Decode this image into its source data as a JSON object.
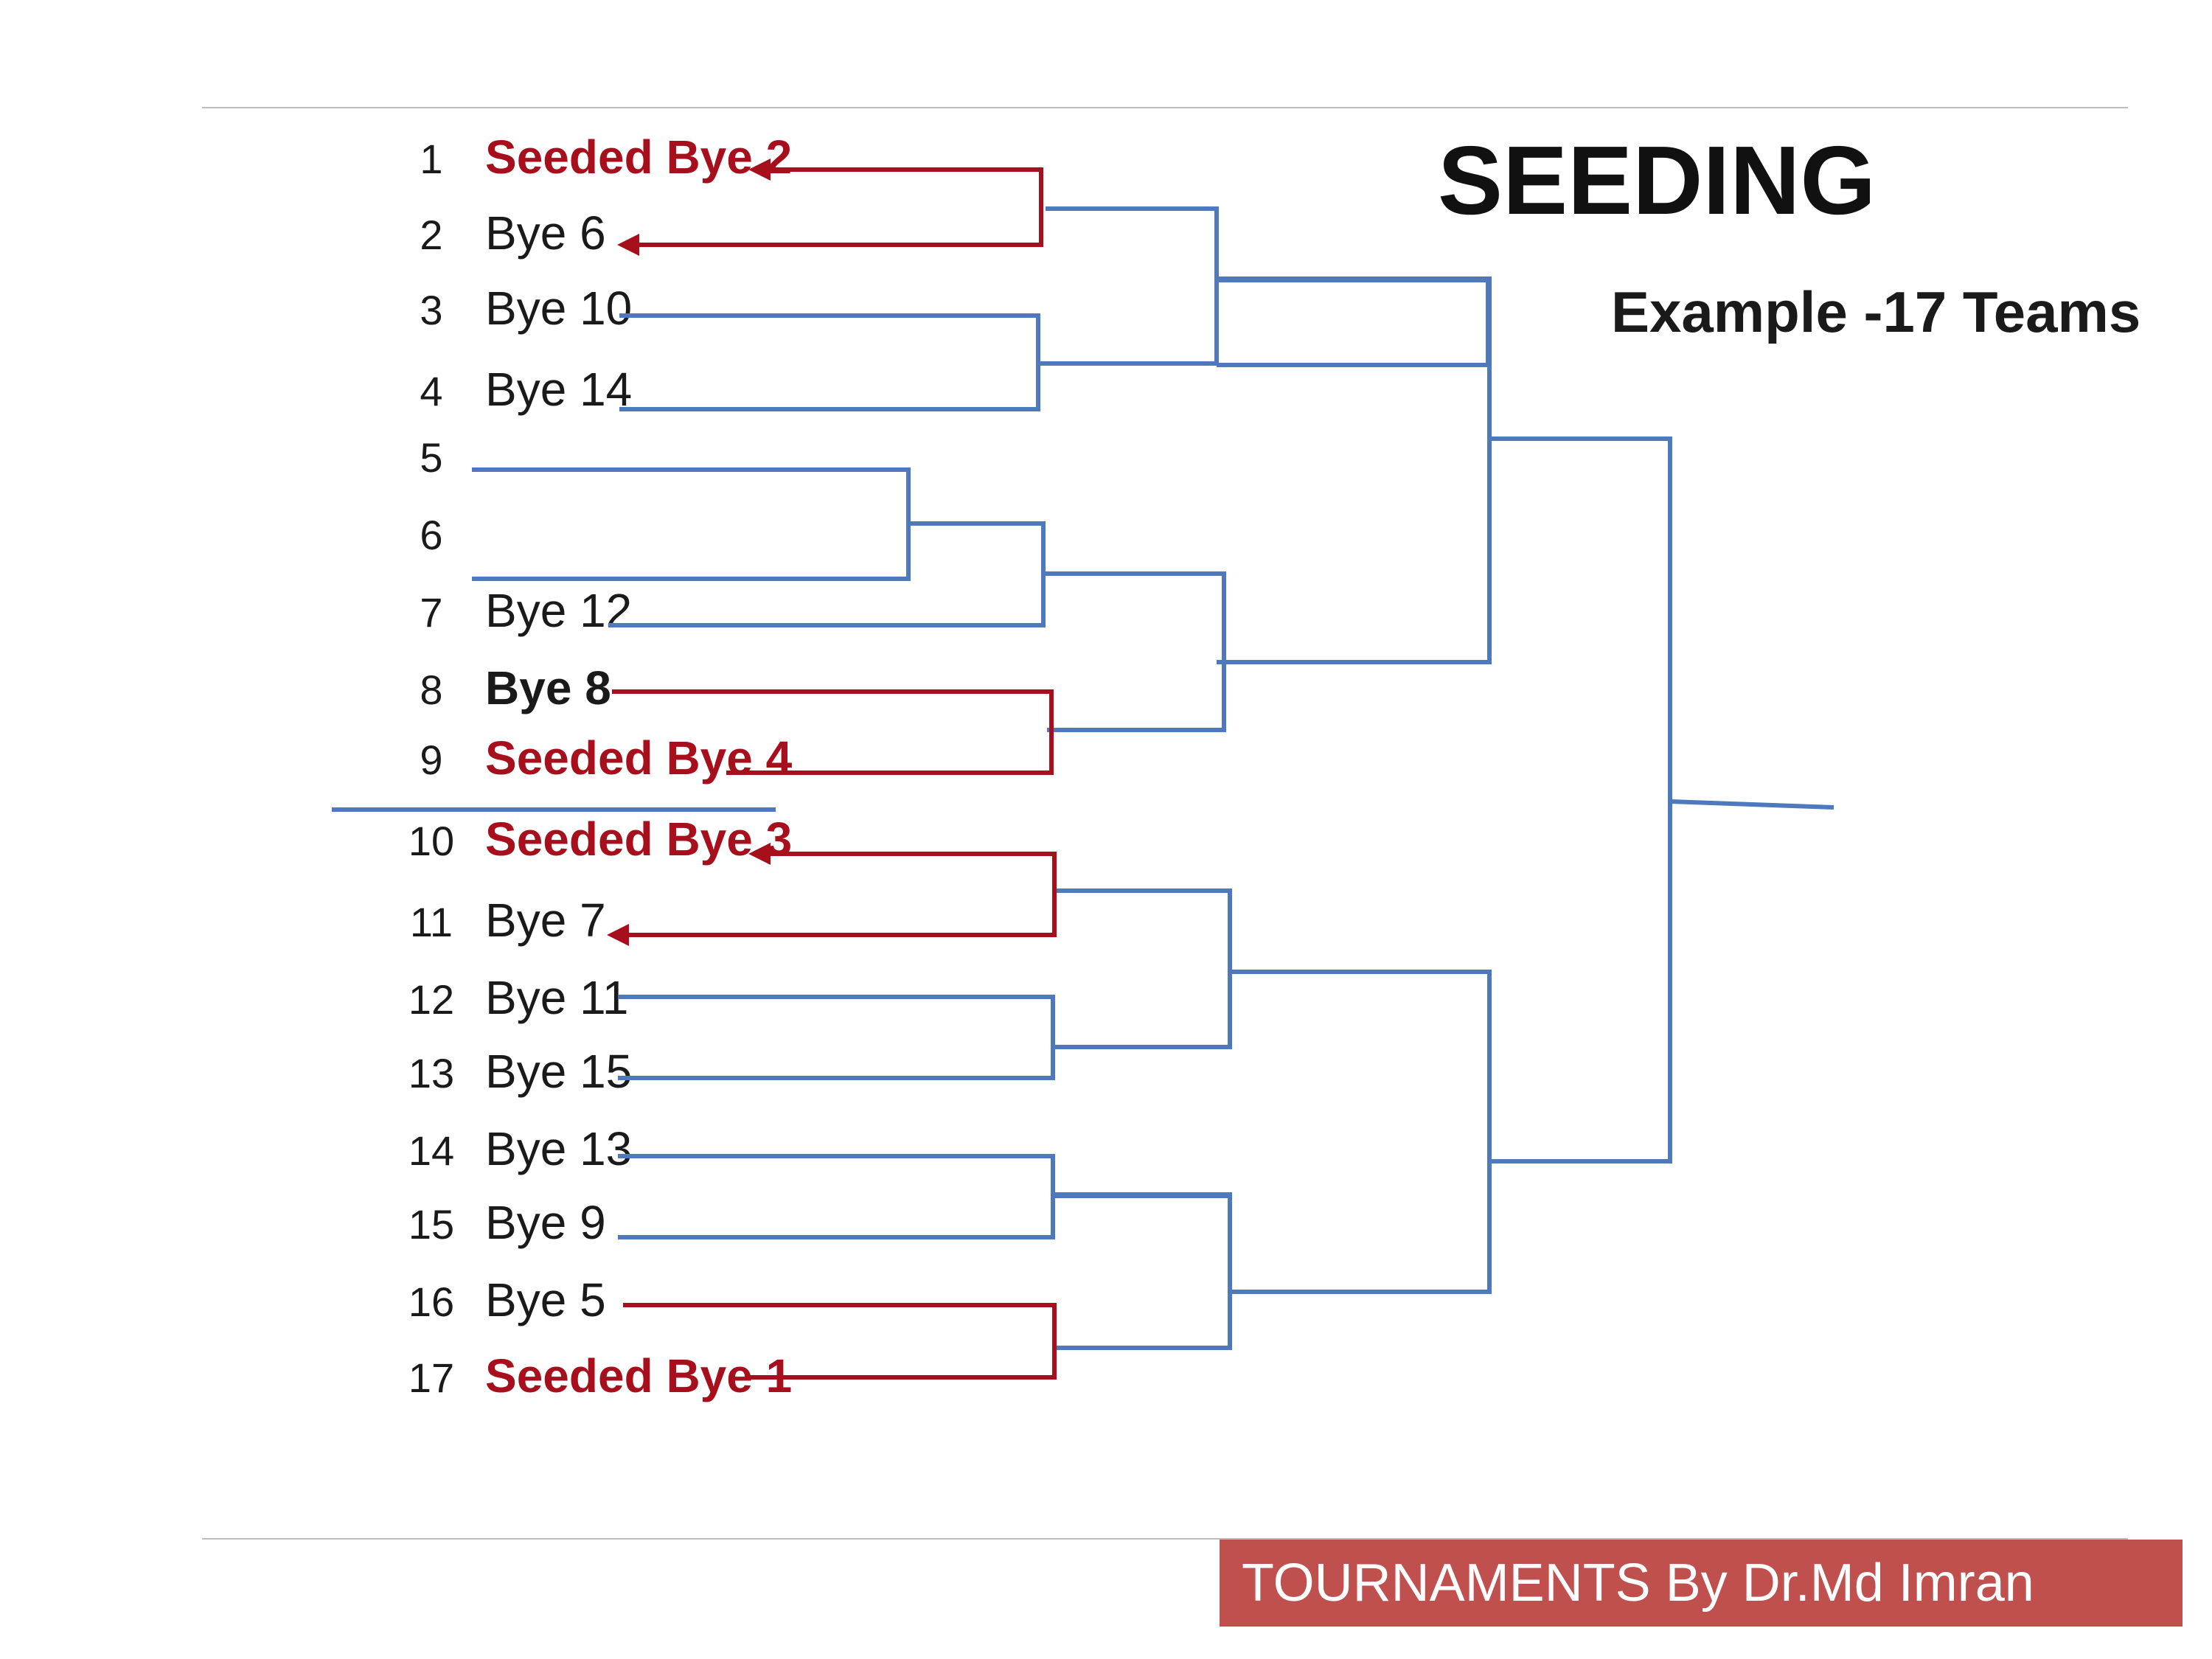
{
  "title": "SEEDING",
  "subtitle": "Example -17 Teams",
  "footer": "TOURNAMENTS By Dr.Md Imran",
  "colors": {
    "bracket": "#4e79bd",
    "seeded": "#a80f1d",
    "text": "#1a1a1a",
    "footer_bg": "#c0504d"
  },
  "teams": [
    {
      "seed": "1",
      "name": "Seeded Bye 2",
      "style": "seeded"
    },
    {
      "seed": "2",
      "name": "Bye 6",
      "style": "normal"
    },
    {
      "seed": "3",
      "name": "Bye 10",
      "style": "normal"
    },
    {
      "seed": "4",
      "name": "Bye 14",
      "style": "normal"
    },
    {
      "seed": "5",
      "name": "",
      "style": "normal"
    },
    {
      "seed": "6",
      "name": "",
      "style": "normal"
    },
    {
      "seed": "7",
      "name": "Bye 12",
      "style": "normal"
    },
    {
      "seed": "8",
      "name": "Bye 8",
      "style": "bold"
    },
    {
      "seed": "9",
      "name": "Seeded Bye 4",
      "style": "seeded"
    },
    {
      "seed": "10",
      "name": "Seeded Bye 3",
      "style": "seeded"
    },
    {
      "seed": "11",
      "name": "Bye 7",
      "style": "normal"
    },
    {
      "seed": "12",
      "name": "Bye 11",
      "style": "normal"
    },
    {
      "seed": "13",
      "name": "Bye 15",
      "style": "normal"
    },
    {
      "seed": "14",
      "name": "Bye 13",
      "style": "normal"
    },
    {
      "seed": "15",
      "name": "Bye 9",
      "style": "normal"
    },
    {
      "seed": "16",
      "name": "Bye 5",
      "style": "normal"
    },
    {
      "seed": "17",
      "name": "Seeded Bye 1",
      "style": "seeded"
    }
  ]
}
